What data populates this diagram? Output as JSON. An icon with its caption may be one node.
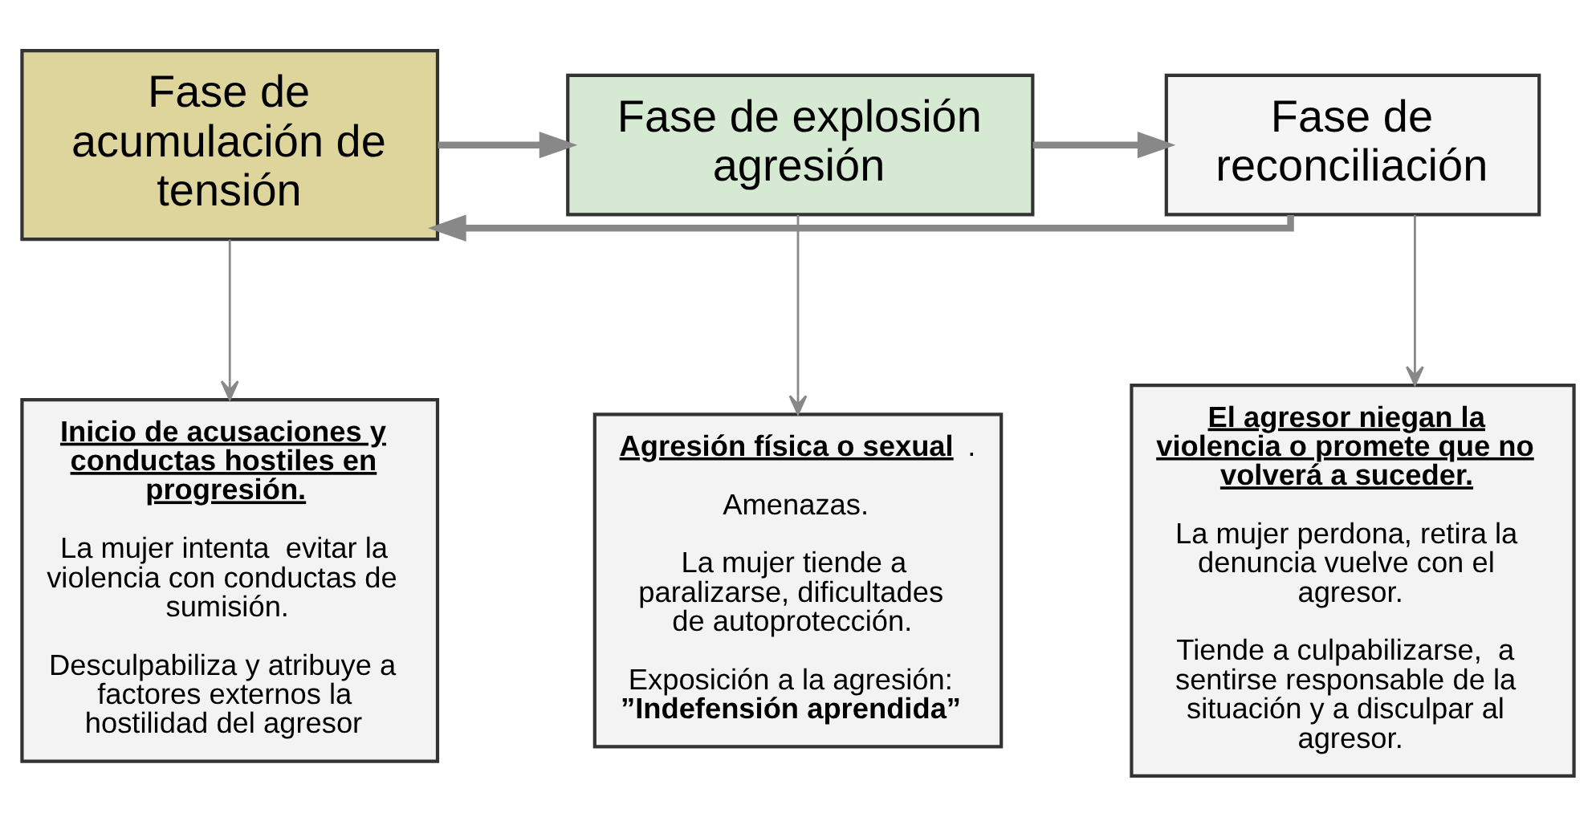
{
  "diagram": {
    "nodes": [
      {
        "text": [
          "Fase de acumulación de tensión"
        ]
      },
      {
        "text": [
          "Fase de explosión agresión"
        ]
      },
      {
        "text": [
          "Fase de reconciliación"
        ]
      },
      {
        "text": [
          "Inicio de acusaciones y conductas hostiles en progresión.",
          "La mujer intenta  evitar la violencia con conductas de sumisión.",
          "Desculpabiliza y atribuye a factores externos la hostilidad del agresor"
        ]
      },
      {
        "text": [
          "**Agresión física o sexual**.",
          "Amenazas.",
          "La mujer tiende a paralizarse, dificultades de autoprotección.",
          "Exposición a la agresión: **”Indefensión aprendida”**"
        ]
      },
      {
        "text": [
          "**El agresor niegan la violencia o promete que no volverá a suceder.**",
          "La mujer perdona, retira la denuncia vuelve con el agresor.",
          "Tiende a culpabilizarse,  a sentirse responsable de la situación y a disculpar al agresor."
        ]
      }
    ],
    "edges": [
      {
        "from": 0,
        "to": 1,
        "arrow": "to",
        "style": "thick"
      },
      {
        "from": 1,
        "to": 2,
        "arrow": "to",
        "style": "thick"
      },
      {
        "from": 2,
        "to": 0,
        "arrow": "to",
        "style": "thick"
      },
      {
        "from": 0,
        "to": 3,
        "arrow": "to"
      },
      {
        "from": 1,
        "to": 4,
        "arrow": "to"
      },
      {
        "from": 2,
        "to": 5,
        "arrow": "to"
      }
    ]
  }
}
